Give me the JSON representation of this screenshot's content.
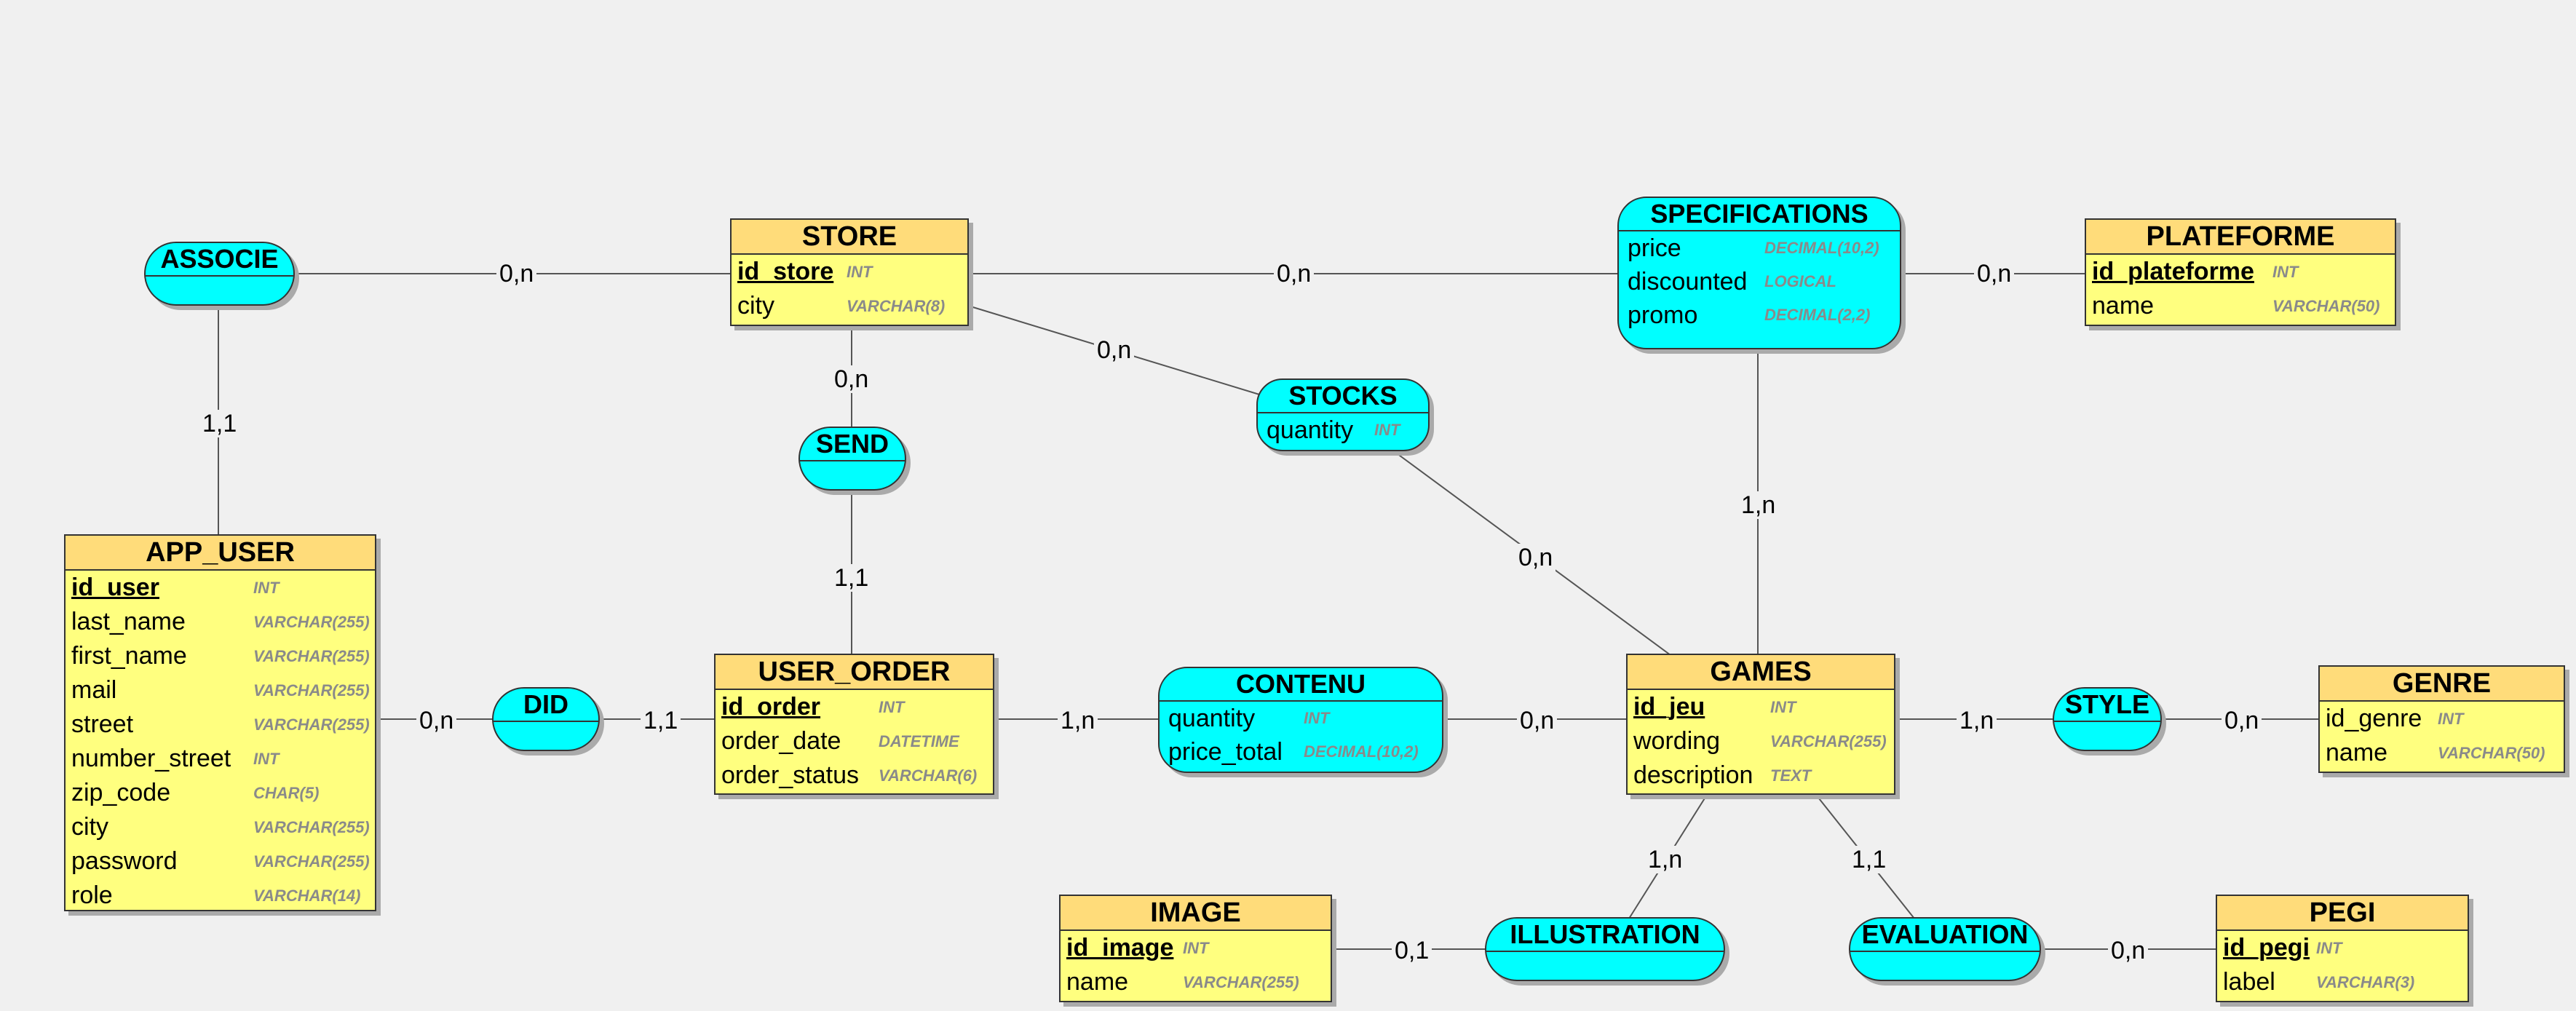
{
  "colors": {
    "entity_header": "#ffdc7a",
    "entity_body": "#ffff7f",
    "association": "#00ffff",
    "background": "#f0f0f0"
  },
  "entities": {
    "store": {
      "name": "STORE",
      "attrs": [
        {
          "name": "id_store",
          "type": "INT"
        },
        {
          "name": "city",
          "type": "VARCHAR(8)"
        }
      ]
    },
    "plateforme": {
      "name": "PLATEFORME",
      "attrs": [
        {
          "name": "id_plateforme",
          "type": "INT"
        },
        {
          "name": "name",
          "type": "VARCHAR(50)"
        }
      ]
    },
    "app_user": {
      "name": "APP_USER",
      "attrs": [
        {
          "name": "id_user",
          "type": "INT"
        },
        {
          "name": "last_name",
          "type": "VARCHAR(255)"
        },
        {
          "name": "first_name",
          "type": "VARCHAR(255)"
        },
        {
          "name": "mail",
          "type": "VARCHAR(255)"
        },
        {
          "name": "street",
          "type": "VARCHAR(255)"
        },
        {
          "name": "number_street",
          "type": "INT"
        },
        {
          "name": "zip_code",
          "type": "CHAR(5)"
        },
        {
          "name": "city",
          "type": "VARCHAR(255)"
        },
        {
          "name": "password",
          "type": "VARCHAR(255)"
        },
        {
          "name": "role",
          "type": "VARCHAR(14)"
        }
      ]
    },
    "user_order": {
      "name": "USER_ORDER",
      "attrs": [
        {
          "name": "id_order",
          "type": "INT"
        },
        {
          "name": "order_date",
          "type": "DATETIME"
        },
        {
          "name": "order_status",
          "type": "VARCHAR(6)"
        }
      ]
    },
    "games": {
      "name": "GAMES",
      "attrs": [
        {
          "name": "id_jeu",
          "type": "INT"
        },
        {
          "name": "wording",
          "type": "VARCHAR(255)"
        },
        {
          "name": "description",
          "type": "TEXT"
        }
      ]
    },
    "genre": {
      "name": "GENRE",
      "attrs": [
        {
          "name": "id_genre",
          "type": "INT"
        },
        {
          "name": "name",
          "type": "VARCHAR(50)"
        }
      ]
    },
    "image": {
      "name": "IMAGE",
      "attrs": [
        {
          "name": "id_image",
          "type": "INT"
        },
        {
          "name": "name",
          "type": "VARCHAR(255)"
        }
      ]
    },
    "pegi": {
      "name": "PEGI",
      "attrs": [
        {
          "name": "id_pegi",
          "type": "INT"
        },
        {
          "name": "label",
          "type": "VARCHAR(3)"
        }
      ]
    }
  },
  "associations": {
    "associe": {
      "name": "ASSOCIE",
      "attrs": []
    },
    "send": {
      "name": "SEND",
      "attrs": []
    },
    "did": {
      "name": "DID",
      "attrs": []
    },
    "stocks": {
      "name": "STOCKS",
      "attrs": [
        {
          "name": "quantity",
          "type": "INT"
        }
      ]
    },
    "specifications": {
      "name": "SPECIFICATIONS",
      "attrs": [
        {
          "name": "price",
          "type": "DECIMAL(10,2)"
        },
        {
          "name": "discounted",
          "type": "LOGICAL"
        },
        {
          "name": "promo",
          "type": "DECIMAL(2,2)"
        }
      ]
    },
    "contenu": {
      "name": "CONTENU",
      "attrs": [
        {
          "name": "quantity",
          "type": "INT"
        },
        {
          "name": "price_total",
          "type": "DECIMAL(10,2)"
        }
      ]
    },
    "style": {
      "name": "STYLE",
      "attrs": []
    },
    "illustration": {
      "name": "ILLUSTRATION",
      "attrs": []
    },
    "evaluation": {
      "name": "EVALUATION",
      "attrs": []
    }
  },
  "cardinalities": {
    "associe_store": "0,n",
    "associe_user": "1,1",
    "store_send": "0,n",
    "send_order": "1,1",
    "store_stocks": "0,n",
    "stocks_games": "0,n",
    "store_spec": "0,n",
    "spec_plateforme": "0,n",
    "spec_games": "1,n",
    "user_did": "0,n",
    "did_order": "1,1",
    "order_contenu": "1,n",
    "contenu_games": "0,n",
    "games_style": "1,n",
    "style_genre": "0,n",
    "games_illustration": "1,n",
    "illustration_image": "0,1",
    "games_evaluation": "1,1",
    "evaluation_pegi": "0,n"
  }
}
